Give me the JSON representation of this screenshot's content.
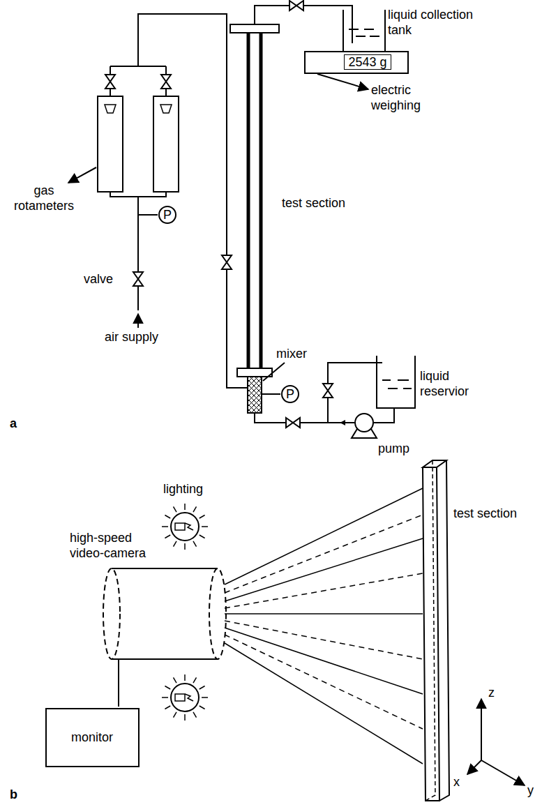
{
  "diagram": {
    "nodes": [
      {
        "text": [
          "2543 g"
        ]
      },
      {
        "text": [
          "P"
        ]
      },
      {
        "text": [
          "P"
        ]
      },
      {
        "text": [
          "monitor"
        ]
      }
    ],
    "labels": [
      "liquid collection tank",
      "electric weighing",
      "gas rotameters",
      "valve",
      "air supply",
      "test section",
      "mixer",
      "liquid reservior",
      "pump",
      "a",
      "lighting",
      "high-speed video-camera",
      "test section",
      "z",
      "x",
      "y",
      "b"
    ]
  }
}
